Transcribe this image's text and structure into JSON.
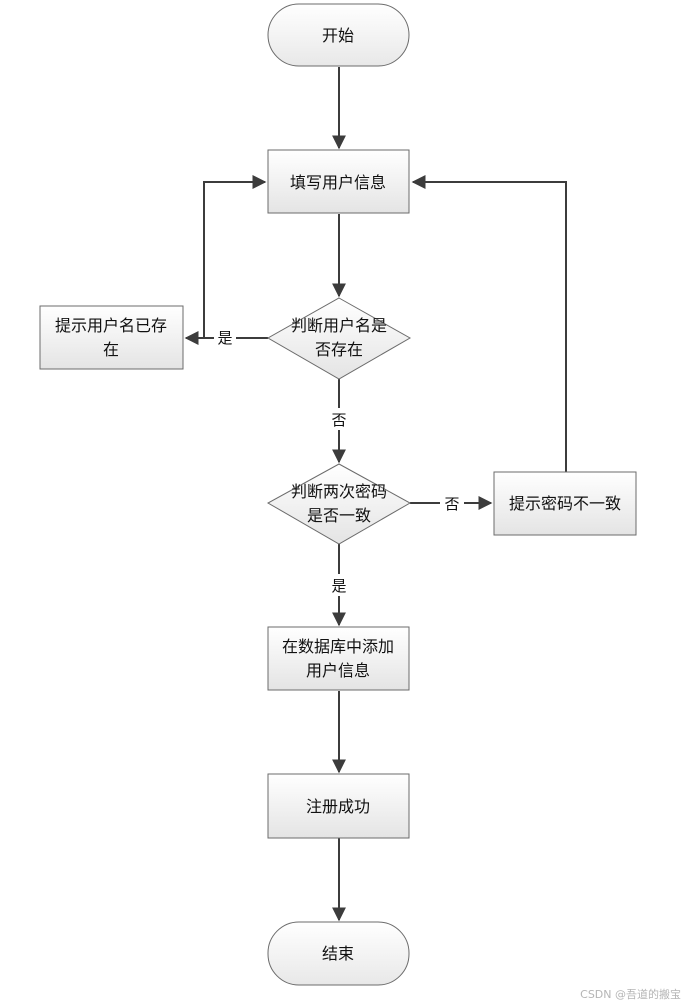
{
  "nodes": {
    "start": "开始",
    "fill_info": "填写用户信息",
    "check_username": [
      "判断用户名是",
      "否存在"
    ],
    "username_exists": [
      "提示用户名已存",
      "在"
    ],
    "check_password": [
      "判断两次密码",
      "是否一致"
    ],
    "password_mismatch": "提示密码不一致",
    "add_to_db": [
      "在数据库中添加",
      "用户信息"
    ],
    "register_success": "注册成功",
    "end": "结束"
  },
  "edges": {
    "username_yes": "是",
    "username_no": "否",
    "password_no": "否",
    "password_yes": "是"
  },
  "watermark": "CSDN @吾道的搬宝",
  "colors": {
    "stroke": "#6b6b6b",
    "arrow": "#3c3c3c",
    "fill_light": "#ffffff",
    "fill_dark": "#e6e6e6"
  }
}
